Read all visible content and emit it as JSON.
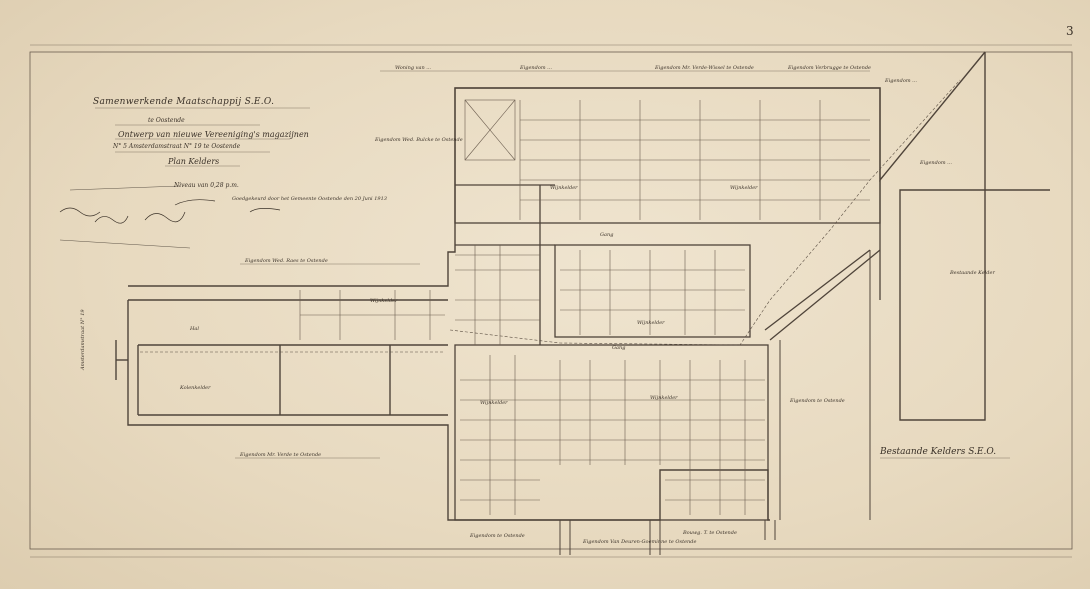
{
  "page_number": "3",
  "title_block": {
    "title": "Samenwerkende Maatschappij S.E.O.",
    "location": "te Oostende",
    "subject": "Ontwerp van nieuwe Vereeniging's magazijnen",
    "address": "N° 5 Amsterdamstraat N° 19 te Oostende",
    "plan_name": "Plan Kelders",
    "level": "Niveau van 0,28 p.m.",
    "stamp_note": "Goedgekeurd door het Gemeente Oostende den 20 Juni 1913"
  },
  "street_labels": {
    "top": [
      "Woning van ...",
      "Eigendom ...",
      "Eigendom Mr. Verde-Wissel te Ostende",
      "Eigendom Verbrugge te Ostende"
    ],
    "top_right": "Eigendom ...",
    "left_mid": "Eigendom Wed. Bulcke te Ostende",
    "left_top": "Eigendom Wed. Raes te Ostende",
    "left_vertical": "Amsterdamstraat N° 19",
    "bottom_left": "Eigendom Mr. Verde te Ostende",
    "bottom": [
      "Eigendom te Ostende",
      "Eigendom Van Deuren-Goeminne te Ostende",
      "Bouwg. T. te Ostende"
    ],
    "right": "Eigendom te Ostende",
    "right_mid": "Eigendom ...",
    "bottom_right": "Bestaande Kelders S.E.O."
  },
  "room_labels": {
    "gang": "Gang",
    "hall": "Hal",
    "kelder": "Wijnkelder",
    "kolenkelder": "Kolenkelder",
    "bestaande": "Bestaande Kelder"
  }
}
